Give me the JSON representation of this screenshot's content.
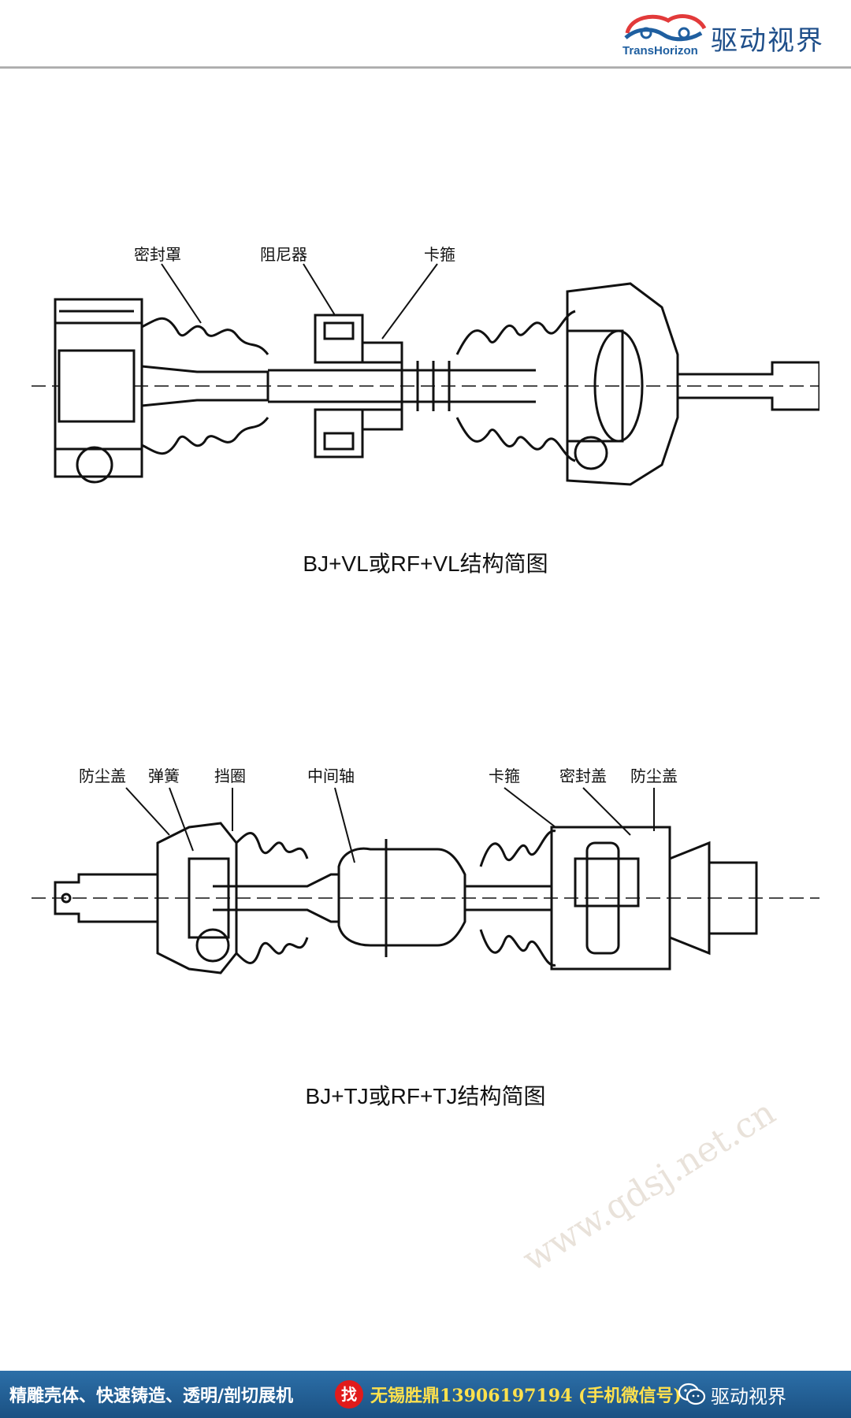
{
  "header": {
    "brand_cn": "驱动视界",
    "brand_en": "TransHorizon",
    "logo_icon": "car-wave-logo-icon",
    "accent_color": "#1f4f8a"
  },
  "diagram1": {
    "caption": "BJ+VL或RF+VL结构简图",
    "labels": [
      "密封罩",
      "阻尼器",
      "卡箍"
    ]
  },
  "diagram2": {
    "caption": "BJ+TJ或RF+TJ结构简图",
    "labels": [
      "防尘盖",
      "弹簧",
      "挡圈",
      "中间轴",
      "卡箍",
      "密封盖",
      "防尘盖"
    ]
  },
  "watermark": {
    "text": "www.qdsj.net.cn"
  },
  "footer": {
    "promo": "精雕壳体、快速铸造、透明/剖切展机",
    "find": "找",
    "contact": "无锡胜鼎13906197194 (手机微信号)",
    "brand": "驱动视界",
    "wechat_icon": "wechat-icon",
    "bg_color": "#1b5183",
    "highlight_color": "#ffe14d"
  }
}
